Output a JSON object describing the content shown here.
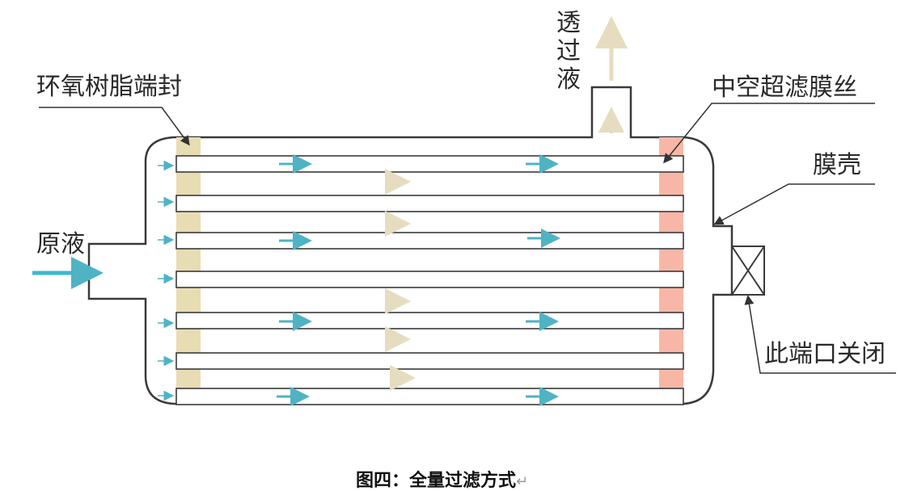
{
  "labels": {
    "epoxy_seal": "环氧树脂端封",
    "permeate": [
      "透",
      "过",
      "液"
    ],
    "hollow_fiber": "中空超滤膜丝",
    "shell": "膜壳",
    "feed": "原液",
    "port_closed": "此端口关闭"
  },
  "caption": "图四：全量过滤方式",
  "caption_mark": "↵",
  "fiber_count": 7,
  "colors": {
    "outline": "#3a3a3a",
    "epoxy_band": "#e8dcb2",
    "fiber_band": "#f8b7a6",
    "flow_arrow": "#4fb3c4",
    "feed_arrow": "#3bb8d0",
    "permeate_arrow": "#e6dcbf"
  },
  "icons": {
    "closed_port": "x-box-icon",
    "flow": "arrow-right-icon",
    "permeate": "arrow-up-icon"
  }
}
